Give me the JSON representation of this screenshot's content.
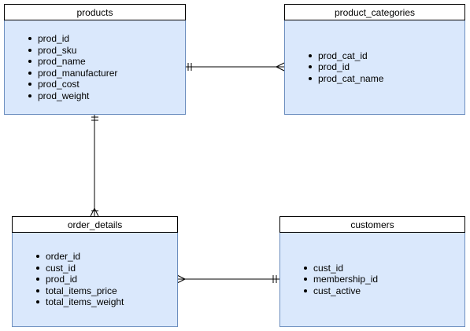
{
  "entities": {
    "products": {
      "title": "products",
      "fields": [
        "prod_id",
        "prod_sku",
        "prod_name",
        "prod_manufacturer",
        "prod_cost",
        "prod_weight"
      ]
    },
    "product_categories": {
      "title": "product_categories",
      "fields": [
        "prod_cat_id",
        "prod_id",
        "prod_cat_name"
      ]
    },
    "order_details": {
      "title": "order_details",
      "fields": [
        "order_id",
        "cust_id",
        "prod_id",
        "total_items_price",
        "total_items_weight"
      ]
    },
    "customers": {
      "title": "customers",
      "fields": [
        "cust_id",
        "membership_id",
        "cust_active"
      ]
    }
  },
  "relationships": [
    {
      "from": "products",
      "to": "product_categories",
      "from_cardinality": "one-and-only-one",
      "to_cardinality": "many"
    },
    {
      "from": "products",
      "to": "order_details",
      "from_cardinality": "one-and-only-one",
      "to_cardinality": "one-or-many"
    },
    {
      "from": "order_details",
      "to": "customers",
      "from_cardinality": "many",
      "to_cardinality": "one-and-only-one"
    }
  ],
  "colors": {
    "entity_fill": "#dae8fc",
    "entity_border": "#6c8ebf",
    "header_fill": "#ffffff",
    "line": "#000000"
  }
}
